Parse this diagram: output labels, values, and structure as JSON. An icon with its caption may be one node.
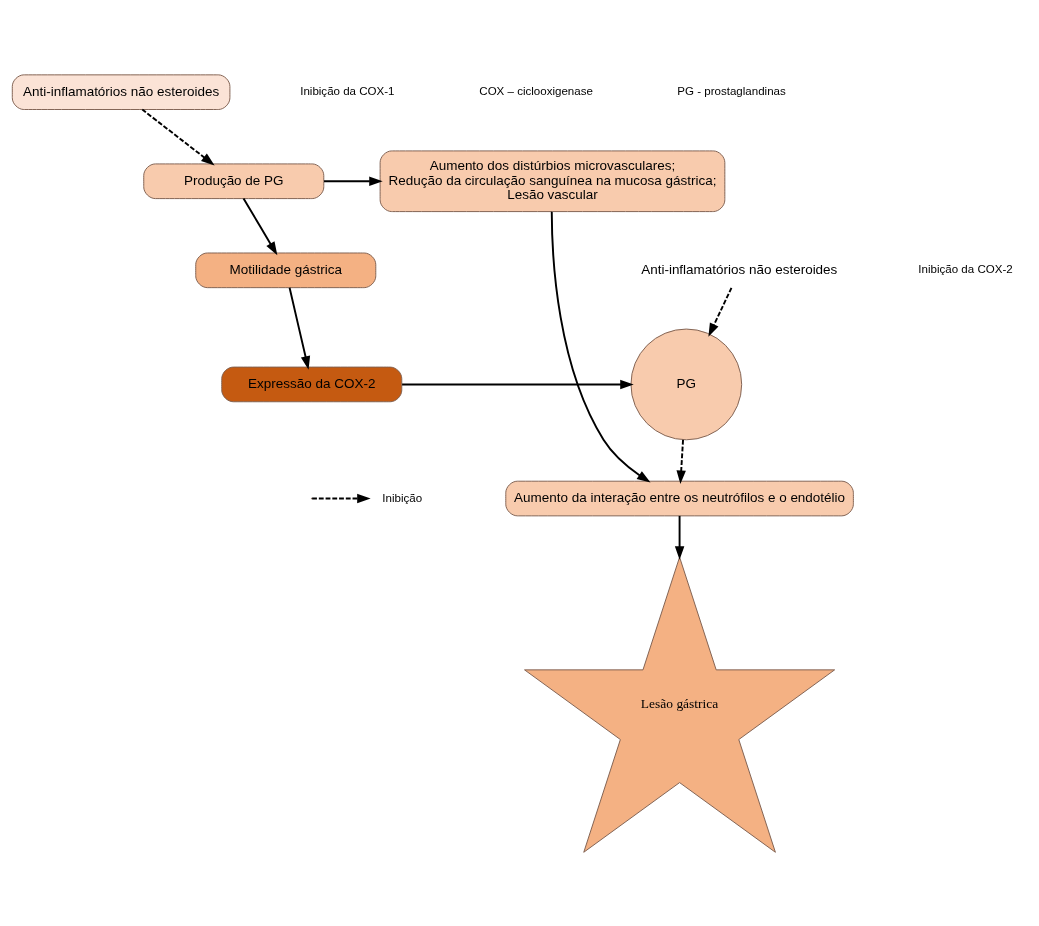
{
  "diagram": {
    "nodes": [
      {
        "text": [
          "Anti-inflamatórios não esteroides"
        ]
      },
      {
        "text": [
          "Produção de PG"
        ]
      },
      {
        "text": [
          "Motilidade gástrica"
        ]
      },
      {
        "text": [
          "Expressão da COX-2"
        ]
      },
      {
        "text": [
          "PG"
        ]
      },
      {
        "text": [
          "Aumento dos distúrbios microvasculares;",
          "Redução da circulação sanguínea na mucosa gástrica;",
          "Lesão vascular"
        ]
      },
      {
        "text": [
          "Aumento da interação entre os neutrófilos e o endotélio"
        ]
      },
      {
        "text": [
          "Lesão gástrica"
        ]
      },
      {
        "text": [
          "Anti-inflamatórios não esteroides"
        ]
      }
    ],
    "edges": [
      {
        "from": 0,
        "to": 1,
        "arrow": "to",
        "style": "dashed"
      },
      {
        "from": 1,
        "to": 5,
        "arrow": "to"
      },
      {
        "from": 1,
        "to": 2,
        "arrow": "to"
      },
      {
        "from": 2,
        "to": 3,
        "arrow": "to"
      },
      {
        "from": 3,
        "to": 4,
        "arrow": "to"
      },
      {
        "from": 4,
        "to": 6,
        "arrow": "to",
        "style": "dashed"
      },
      {
        "from": 5,
        "to": 6,
        "arrow": "to"
      },
      {
        "from": 6,
        "to": 7,
        "arrow": "to"
      },
      {
        "from": 8,
        "to": 4,
        "arrow": "to",
        "style": "dashed"
      }
    ],
    "labels": [
      "Inibição da COX-1",
      "Inibição da COX-2",
      "COX – ciclooxigenase",
      "PG - prostaglandinas"
    ],
    "legend": [
      {
        "text": "Inibição"
      }
    ]
  }
}
